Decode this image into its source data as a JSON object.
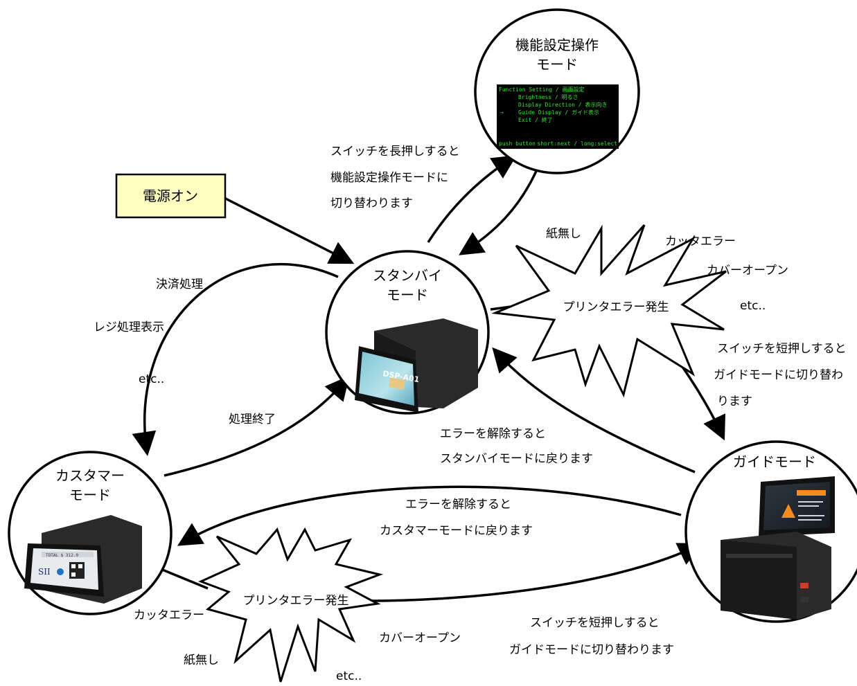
{
  "nodes": {
    "power_on": "電源オン",
    "standby": [
      "スタンバイ",
      "モード"
    ],
    "function_setting": [
      "機能設定操作",
      "モード"
    ],
    "customer": [
      "カスタマー",
      "モード"
    ],
    "guide": "ガイドモード"
  },
  "error_bursts": {
    "top": {
      "center": "プリンタエラー発生",
      "causes": [
        "紙無し",
        "カッタエラー",
        "カバーオープン",
        "etc.."
      ]
    },
    "bottom": {
      "center": "プリンタエラー発生",
      "causes": [
        "カッタエラー",
        "紙無し",
        "カバーオープン",
        "etc.."
      ]
    }
  },
  "edge_labels": {
    "long_press": [
      "スイッチを長押しすると",
      "機能設定操作モードに",
      "切り替わります"
    ],
    "standby_to_customer": [
      "決済処理",
      "レジ処理表示",
      "etc.."
    ],
    "customer_to_standby": "処理終了",
    "short_press_top": [
      "スイッチを短押しすると",
      "ガイドモードに切り替わ",
      "ります"
    ],
    "guide_to_standby": [
      "エラーを解除すると",
      "スタンバイモードに戻ります"
    ],
    "guide_to_customer": [
      "エラーを解除すると",
      "カスタマーモードに戻ります"
    ],
    "short_press_bottom": [
      "スイッチを短押しすると",
      "ガイドモードに切り替わります"
    ]
  },
  "function_menu": {
    "title": "Function Setting / 画面設定",
    "items": [
      "Brightness / 明るさ",
      "Display Direction / 表示向き",
      "Guide Display / ガイド表示",
      "Exit / 終了"
    ],
    "cursor": "→",
    "footer_left": "push button",
    "footer_right": "short:next / long:select"
  },
  "screens": {
    "standby_logo": "DSP-A01",
    "customer_total": "TOTAL  $ 312.0",
    "customer_brand": "SII"
  },
  "colors": {
    "power_on_fill": "#ffffc0",
    "terminal_bg": "#000000",
    "terminal_text": "#2ee82e",
    "guide_accent": "#f28c1e"
  }
}
